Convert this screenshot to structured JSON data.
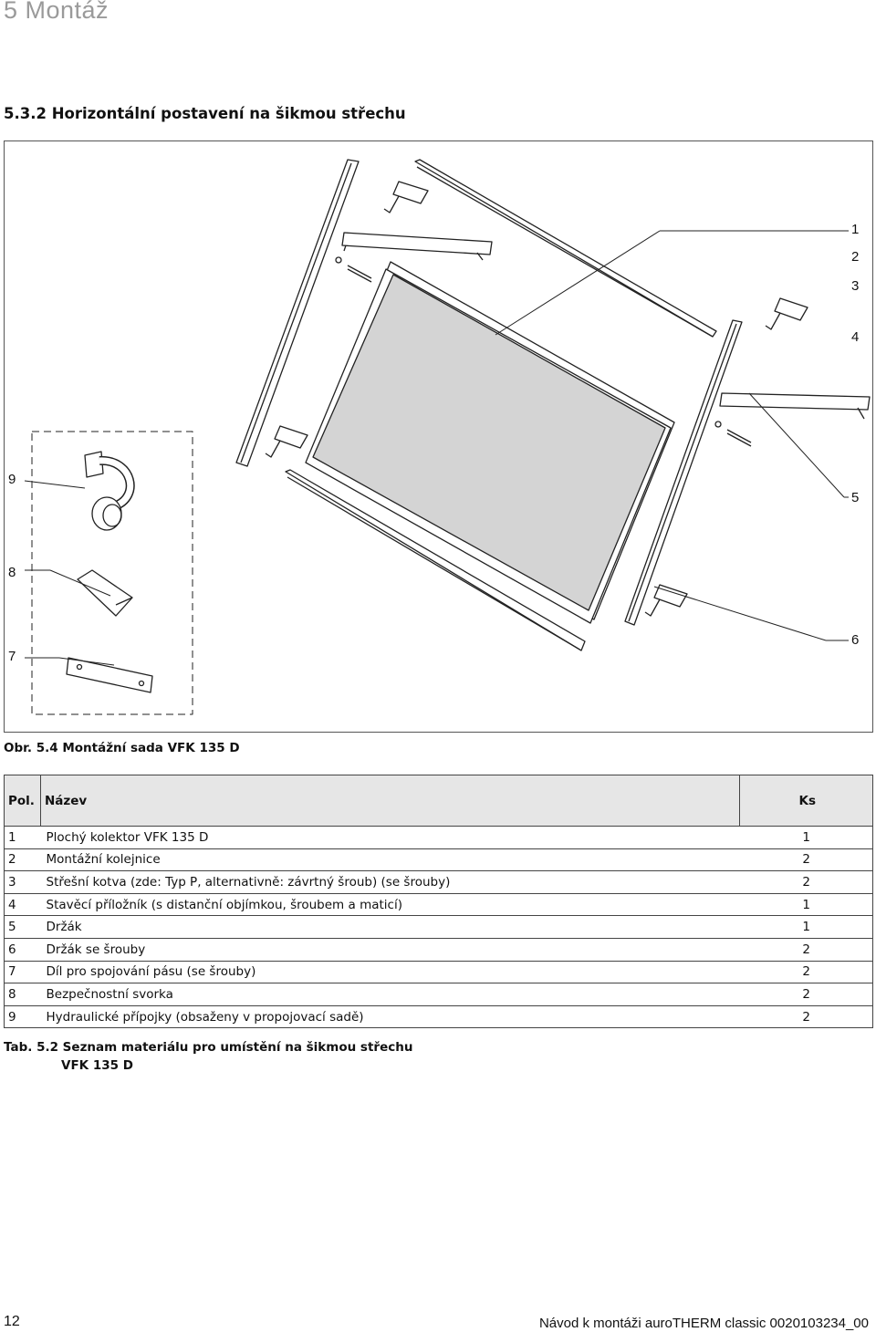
{
  "header": {
    "chapter": "5 Montáž",
    "section": "5.3.2  Horizontální postavení na šikmou střechu"
  },
  "figure": {
    "callouts": [
      "1",
      "2",
      "3",
      "4",
      "5",
      "6",
      "7",
      "8",
      "9"
    ],
    "caption": "Obr. 5.4  Montážní sada VFK 135 D"
  },
  "table": {
    "headers": {
      "pos": "Pol.",
      "name": "Název",
      "qty": "Ks"
    },
    "rows": [
      {
        "pos": "1",
        "name": "Plochý kolektor VFK 135 D",
        "qty": "1"
      },
      {
        "pos": "2",
        "name": "Montážní kolejnice",
        "qty": "2"
      },
      {
        "pos": "3",
        "name": "Střešní kotva (zde: Typ P, alternativně: závrtný šroub) (se šrouby)",
        "qty": "2"
      },
      {
        "pos": "4",
        "name": "Stavěcí příložník (s distanční objímkou, šroubem a maticí)",
        "qty": "1"
      },
      {
        "pos": "5",
        "name": "Držák",
        "qty": "1"
      },
      {
        "pos": "6",
        "name": "Držák se šrouby",
        "qty": "2"
      },
      {
        "pos": "7",
        "name": "Díl pro spojování pásu (se šrouby)",
        "qty": "2"
      },
      {
        "pos": "8",
        "name": "Bezpečnostní svorka",
        "qty": "2"
      },
      {
        "pos": "9",
        "name": "Hydraulické přípojky (obsaženy v propojovací sadě)",
        "qty": "2"
      }
    ],
    "caption_line1": "Tab. 5.2  Seznam materiálu pro umístění na šikmou střechu",
    "caption_line2": "VFK 135 D"
  },
  "footer": {
    "page": "12",
    "text": "Návod k montáži auroTHERM classic 0020103234_00"
  }
}
